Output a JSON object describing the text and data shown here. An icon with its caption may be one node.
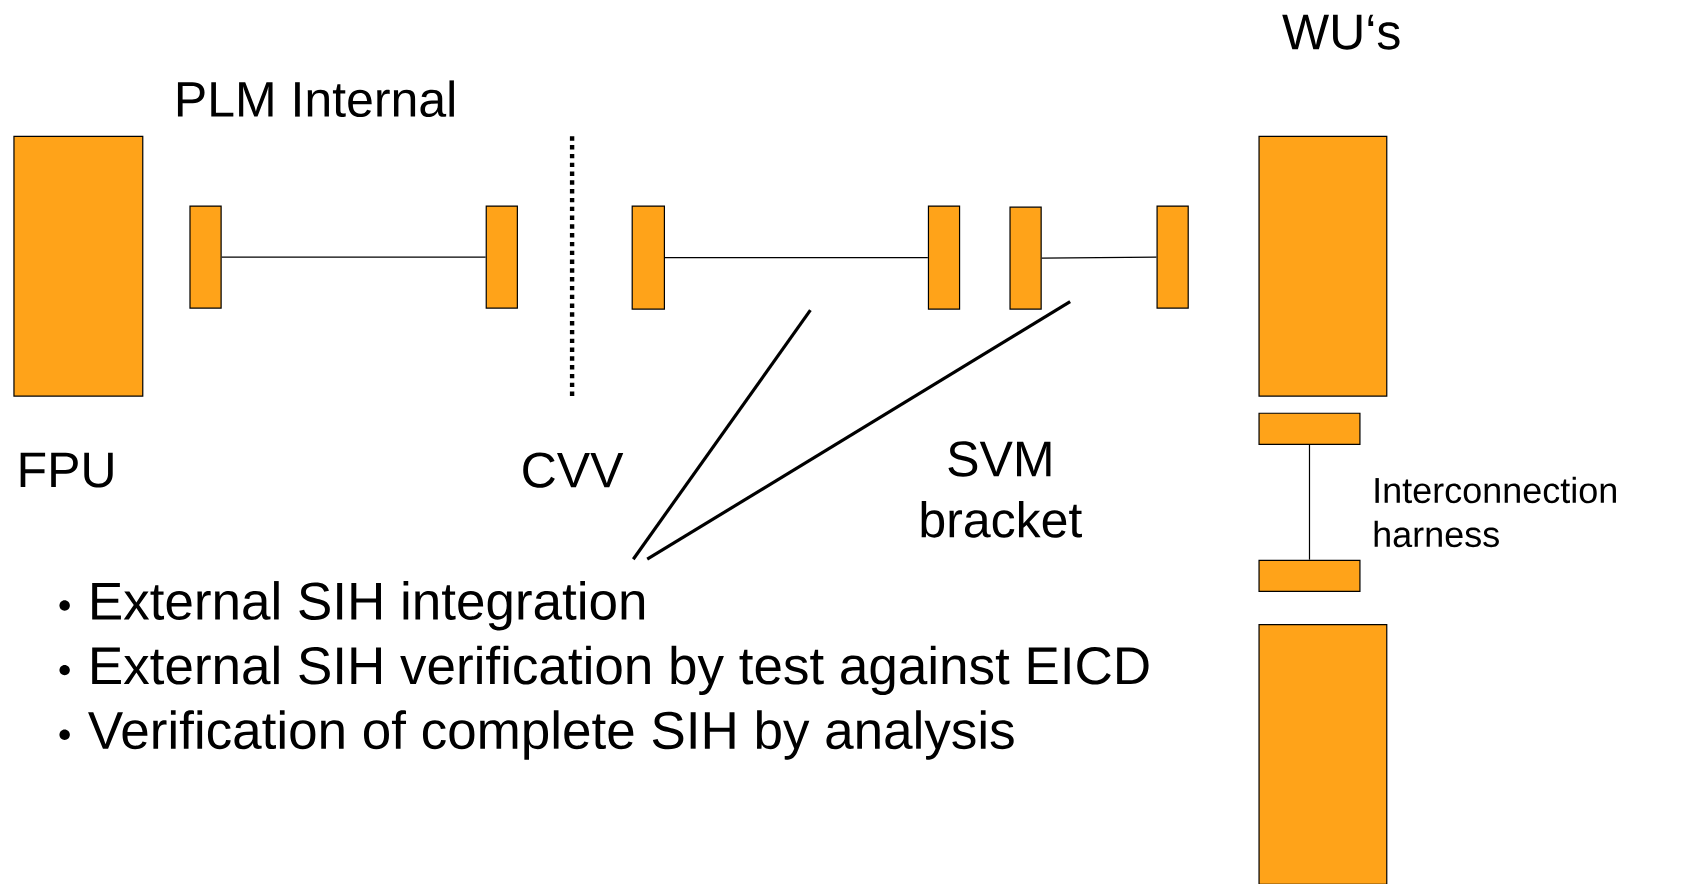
{
  "diagram": {
    "nodes": [
      {
        "text": [],
        "shape": "box"
      },
      {
        "text": [],
        "shape": "box"
      },
      {
        "text": [],
        "shape": "box"
      },
      {
        "text": [],
        "shape": "box"
      },
      {
        "text": [],
        "shape": "box"
      },
      {
        "text": [],
        "shape": "box"
      },
      {
        "text": [],
        "shape": "box"
      },
      {
        "text": [],
        "shape": "box"
      },
      {
        "text": [],
        "shape": "box"
      },
      {
        "text": [],
        "shape": "box"
      },
      {
        "text": [],
        "shape": "box"
      },
      {
        "text": [
          "External SIH integration",
          "External SIH verification by test against EICD",
          "Verification of complete SIH by analysis"
        ]
      }
    ],
    "edges": [
      {
        "from": 1,
        "to": 2,
        "arrow": "none"
      },
      {
        "from": 3,
        "to": 4,
        "arrow": "none"
      },
      {
        "from": 5,
        "to": 6,
        "arrow": "none"
      },
      {
        "from": 8,
        "to": 9,
        "arrow": "none"
      },
      {
        "from": 11,
        "to": null,
        "arrow": "none"
      },
      {
        "from": 11,
        "to": null,
        "arrow": "none"
      }
    ],
    "labels": [
      "WU‘s",
      "PLM Internal",
      "FPU",
      "CVV",
      "SVM bracket",
      "Interconnection harness"
    ]
  }
}
